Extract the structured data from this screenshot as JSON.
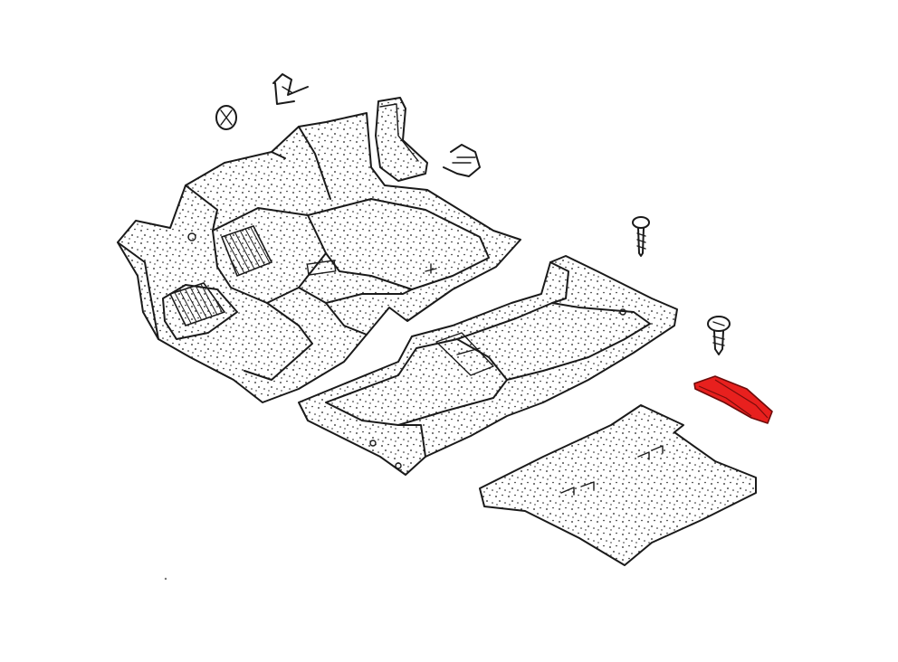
{
  "diagram": {
    "parts": [
      {
        "id": "front-carpet",
        "kind": "panel"
      },
      {
        "id": "rear-carpet",
        "kind": "panel"
      },
      {
        "id": "trunk-mat",
        "kind": "panel"
      },
      {
        "id": "sill-trim-strip",
        "kind": "highlighted-part"
      },
      {
        "id": "grommet",
        "kind": "fastener"
      },
      {
        "id": "clip-left",
        "kind": "fastener"
      },
      {
        "id": "clip-right",
        "kind": "fastener"
      },
      {
        "id": "pillar-trim",
        "kind": "panel"
      },
      {
        "id": "screw-long",
        "kind": "fastener"
      },
      {
        "id": "screw-short",
        "kind": "fastener"
      }
    ],
    "colors": {
      "line": "#1a1a1a",
      "background": "#ffffff",
      "highlight": "#e8201e"
    }
  }
}
